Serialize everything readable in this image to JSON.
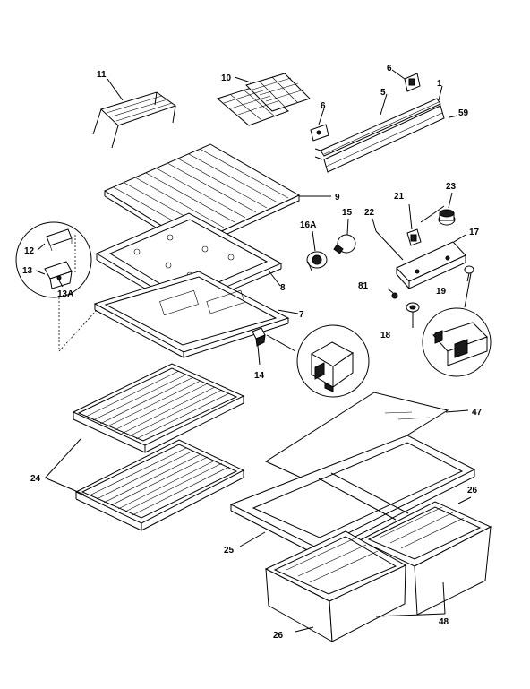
{
  "diagram": {
    "callouts": {
      "c1": "1",
      "c5": "5",
      "c6a": "6",
      "c6b": "6",
      "c7": "7",
      "c8": "8",
      "c9": "9",
      "c10": "10",
      "c11": "11",
      "c12": "12",
      "c13": "13",
      "c13a": "13A",
      "c14": "14",
      "c15": "15",
      "c16a": "16A",
      "c17": "17",
      "c18": "18",
      "c19": "19",
      "c21": "21",
      "c22": "22",
      "c23": "23",
      "c24": "24",
      "c25": "25",
      "c26a": "26",
      "c26b": "26",
      "c47": "47",
      "c48": "48",
      "c59": "59",
      "c81": "81"
    }
  }
}
